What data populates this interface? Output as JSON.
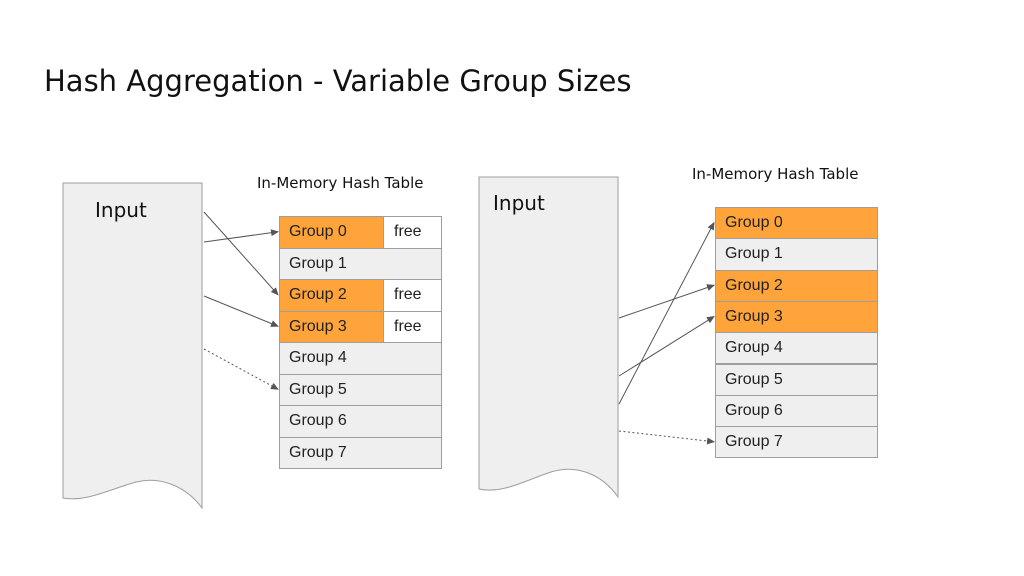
{
  "title": "Hash Aggregation - Variable Group Sizes",
  "colors": {
    "group_filled": "#ffa43a",
    "group_empty": "#efefef",
    "input_fill": "#efefef",
    "border": "#9e9e9e",
    "arrow": "#555555"
  },
  "left": {
    "input_label": "Input",
    "table_caption": "In-Memory Hash Table",
    "rows": [
      {
        "label": "Group 0",
        "filled": true,
        "free_label": "free"
      },
      {
        "label": "Group 1",
        "filled": false,
        "free_label": null
      },
      {
        "label": "Group 2",
        "filled": true,
        "free_label": "free"
      },
      {
        "label": "Group 3",
        "filled": true,
        "free_label": "free"
      },
      {
        "label": "Group 4",
        "filled": false,
        "free_label": null
      },
      {
        "label": "Group 5",
        "filled": false,
        "free_label": null
      },
      {
        "label": "Group 6",
        "filled": false,
        "free_label": null
      },
      {
        "label": "Group 7",
        "filled": false,
        "free_label": null
      }
    ],
    "arrows": [
      {
        "to_row": 2,
        "style": "solid"
      },
      {
        "to_row": 0,
        "style": "solid"
      },
      {
        "to_row": 3,
        "style": "solid"
      },
      {
        "to_row": 5,
        "style": "dotted"
      }
    ]
  },
  "right": {
    "input_label": "Input",
    "table_caption": "In-Memory Hash Table",
    "rows": [
      {
        "label": "Group 0",
        "filled": true
      },
      {
        "label": "Group 1",
        "filled": false
      },
      {
        "label": "Group 2",
        "filled": true
      },
      {
        "label": "Group 3",
        "filled": true
      },
      {
        "label": "Group 4",
        "filled": false
      },
      {
        "label": "Group 5",
        "filled": false
      },
      {
        "label": "Group 6",
        "filled": false
      },
      {
        "label": "Group 7",
        "filled": false
      }
    ],
    "arrows": [
      {
        "to_row": 2,
        "style": "solid"
      },
      {
        "to_row": 3,
        "style": "solid"
      },
      {
        "to_row": 0,
        "style": "solid"
      },
      {
        "to_row": 7,
        "style": "dotted"
      }
    ]
  }
}
